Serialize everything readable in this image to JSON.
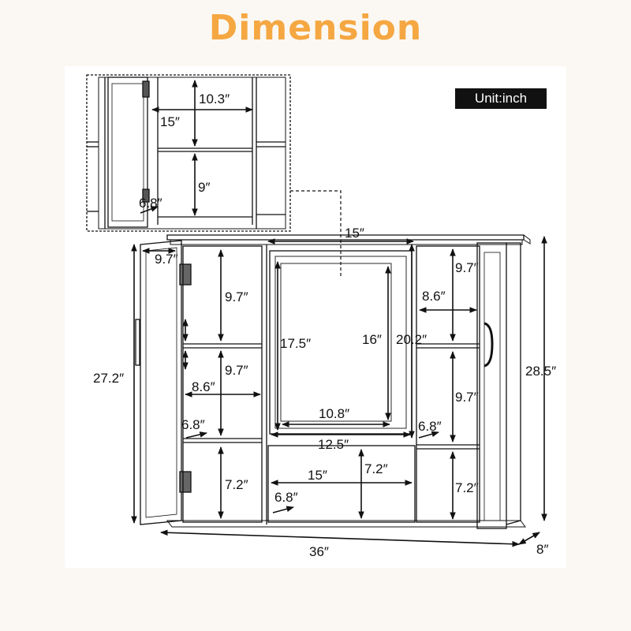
{
  "header": {
    "title": "Dimension"
  },
  "unit_label": "Unit:inch",
  "colors": {
    "title": "#f5a742",
    "line": "#111111",
    "panel": "#ffffff",
    "background": "#fbf8f3"
  },
  "inset": {
    "shelf_height_top": "10.3″",
    "shelf_width": "15″",
    "shelf_height_bottom": "9″",
    "depth": "6.8″"
  },
  "cabinet": {
    "top_width": "15″",
    "left_door_depth": "9.7″",
    "left_shelf_1": "9.7″",
    "left_shelf_2": "9.7″",
    "left_width": "8.6″",
    "left_depth": "6.8″",
    "left_bottom": "7.2″",
    "left_height": "27.2″",
    "mirror_outer_height": "17.5″",
    "mirror_inner_height": "16″",
    "center_height": "20.2″",
    "mirror_inner_width": "10.8″",
    "mirror_outer_width": "12.5″",
    "center_bottom_width": "15″",
    "center_bottom_height": "7.2″",
    "center_depth": "6.8″",
    "right_shelf_1": "9.7″",
    "right_width": "8.6″",
    "right_shelf_2": "9.7″",
    "right_depth": "6.8″",
    "right_bottom": "7.2″",
    "total_height": "28.5″",
    "total_width": "36″",
    "total_depth": "8″"
  }
}
